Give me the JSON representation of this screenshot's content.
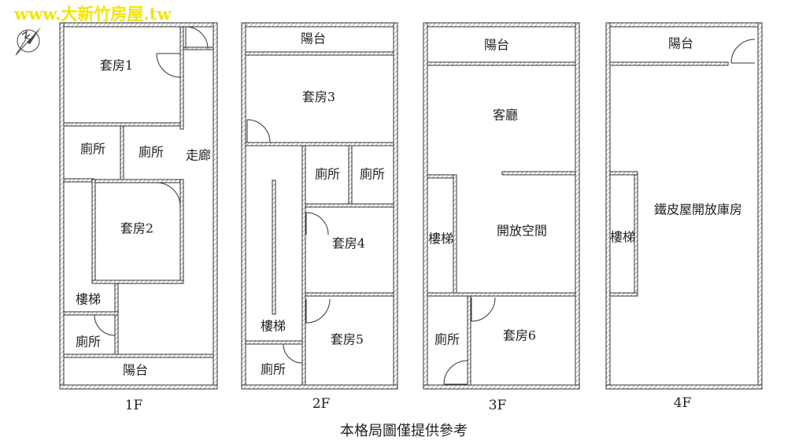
{
  "watermark": "www.大新竹房屋.tw",
  "colors": {
    "watermark": "#f2e600",
    "wall": "#333333",
    "background": "#ffffff"
  },
  "icons": {
    "compass": "north-arrow-icon"
  },
  "floors": [
    {
      "label": "1F",
      "rooms": [
        {
          "name": "套房1"
        },
        {
          "name": "廁所"
        },
        {
          "name": "廁所"
        },
        {
          "name": "走廊"
        },
        {
          "name": "套房2"
        },
        {
          "name": "樓梯"
        },
        {
          "name": "廁所"
        },
        {
          "name": "陽台"
        }
      ]
    },
    {
      "label": "2F",
      "rooms": [
        {
          "name": "陽台"
        },
        {
          "name": "套房3"
        },
        {
          "name": "廁所"
        },
        {
          "name": "廁所"
        },
        {
          "name": "套房4"
        },
        {
          "name": "樓梯"
        },
        {
          "name": "套房5"
        },
        {
          "name": "廁所"
        }
      ]
    },
    {
      "label": "3F",
      "rooms": [
        {
          "name": "陽台"
        },
        {
          "name": "客廳"
        },
        {
          "name": "樓梯"
        },
        {
          "name": "開放空間"
        },
        {
          "name": "廁所"
        },
        {
          "name": "套房6"
        }
      ]
    },
    {
      "label": "4F",
      "rooms": [
        {
          "name": "陽台"
        },
        {
          "name": "鐵皮屋開放庫房"
        },
        {
          "name": "樓梯"
        }
      ]
    }
  ],
  "caption": "本格局圖僅提供參考"
}
